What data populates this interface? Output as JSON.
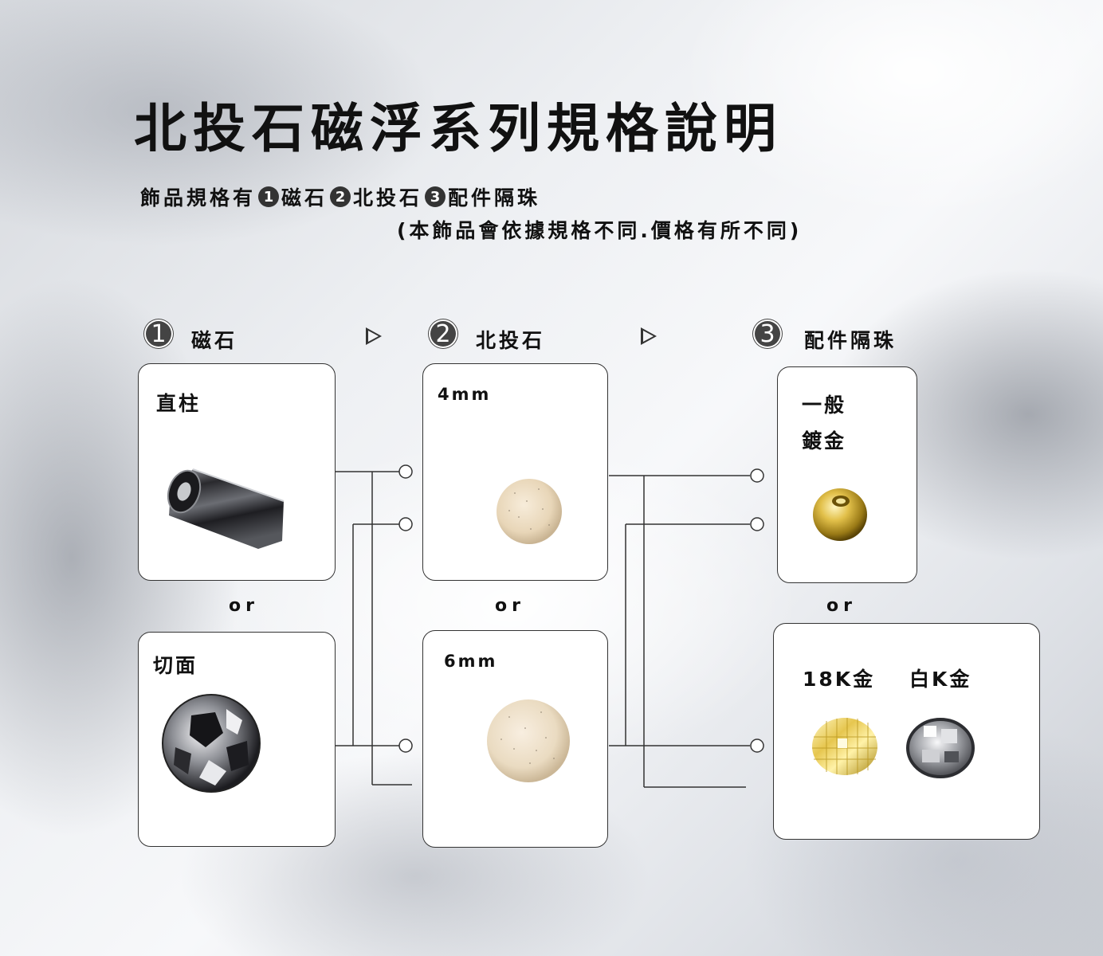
{
  "title": "北投石磁浮系列規格說明",
  "intro": {
    "prefix": "飾品規格有",
    "items": [
      {
        "num": "1",
        "text": "磁石"
      },
      {
        "num": "2",
        "text": "北投石"
      },
      {
        "num": "3",
        "text": "配件隔珠"
      }
    ],
    "note": "(本飾品會依據規格不同.價格有所不同)"
  },
  "steps": [
    {
      "num": "1",
      "label": "磁石"
    },
    {
      "num": "2",
      "label": "北投石"
    },
    {
      "num": "3",
      "label": "配件隔珠"
    }
  ],
  "step_arrow_icon": "play-triangle-icon",
  "cards": {
    "magnet_straight": {
      "label": "直柱",
      "image": "hematite-cylinder"
    },
    "magnet_faceted": {
      "label": "切面",
      "image": "faceted-hematite-bead"
    },
    "stone_4mm": {
      "label": "4mm",
      "image": "hokutolite-bead-small"
    },
    "stone_6mm": {
      "label": "6mm",
      "image": "hokutolite-bead-large"
    },
    "spacer_plated": {
      "label_line1": "一般",
      "label_line2": "鍍金",
      "image": "gold-plated-bead"
    },
    "spacer_18k": {
      "label": "18K金",
      "image": "faceted-gold-bead"
    },
    "spacer_whitek": {
      "label": "白K金",
      "image": "faceted-silver-bead"
    }
  },
  "or_text": "or",
  "colors": {
    "text": "#111111",
    "line": "#333333",
    "card_bg": "#ffffff",
    "gold": "#d4b02a",
    "hematite": "#3a3a3e",
    "stone": "#ecdcc4"
  }
}
